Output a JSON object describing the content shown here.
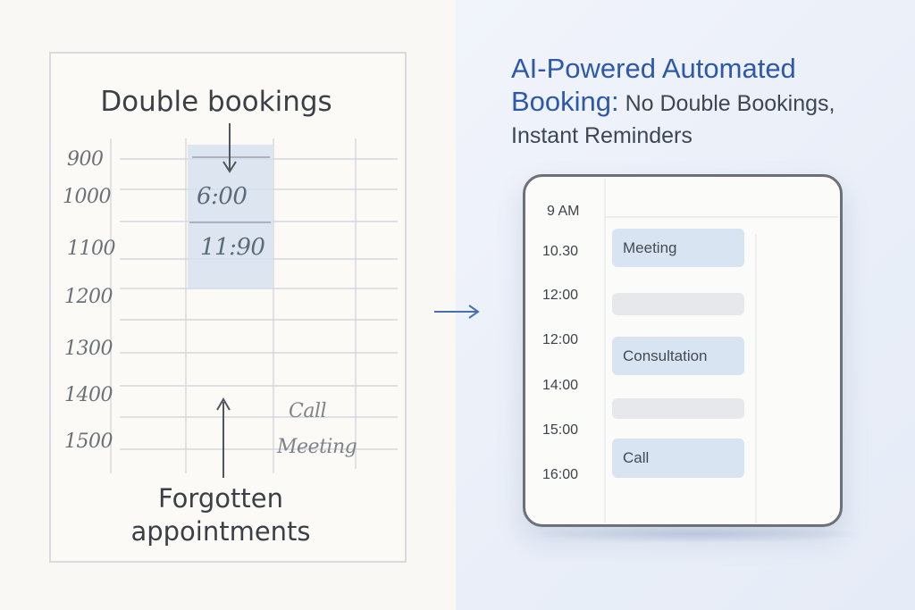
{
  "manual_schedule": {
    "title_top": "Double bookings",
    "title_bottom_line1": "Forgotten",
    "title_bottom_line2": "appointments",
    "hours": [
      "900",
      "1000",
      "1100",
      "1200",
      "1300",
      "1400",
      "1500"
    ],
    "double_booked_times": [
      "6:00",
      "11:90"
    ],
    "handwritten_notes": [
      "Call",
      "Meeting"
    ]
  },
  "automated_booking": {
    "heading_strong_line1": "AI-Powered Automated",
    "heading_strong_line2": "Booking:",
    "heading_rest_line2": " No Double Bookings,",
    "heading_line3": "Instant Reminders",
    "times": [
      "9 AM",
      "10.30",
      "12:00",
      "12:00",
      "14:00",
      "15:00",
      "16:00"
    ],
    "events": [
      {
        "label": "Meeting"
      },
      {
        "label": ""
      },
      {
        "label": "Consultation"
      },
      {
        "label": ""
      },
      {
        "label": "Call"
      }
    ]
  },
  "colors": {
    "heading_blue": "#2d58ab",
    "event_blue": "#d9e4f2",
    "arrow_blue": "#4a6fb0"
  }
}
